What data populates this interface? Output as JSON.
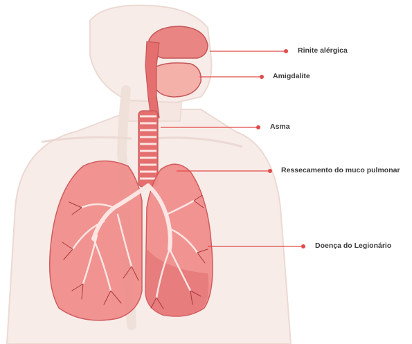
{
  "labels": [
    {
      "id": "rinite",
      "text": "Rinite alérgica"
    },
    {
      "id": "amigdalite",
      "text": "Amigdalite"
    },
    {
      "id": "asma",
      "text": "Asma"
    },
    {
      "id": "ressecamento",
      "text": "Ressecamento do muco pulmonar"
    },
    {
      "id": "legionario",
      "text": "Doença do Legionário"
    }
  ],
  "colors": {
    "leader_line": "#e24a4a",
    "label_text": "#3a3a3a",
    "body_fill": "#f7ece8",
    "body_outline": "#ecd9d3",
    "lung_fill": "#f08f8d",
    "lung_dark": "#cf5457",
    "airway": "#e46f6e",
    "cartilage": "#fbe6e3"
  }
}
